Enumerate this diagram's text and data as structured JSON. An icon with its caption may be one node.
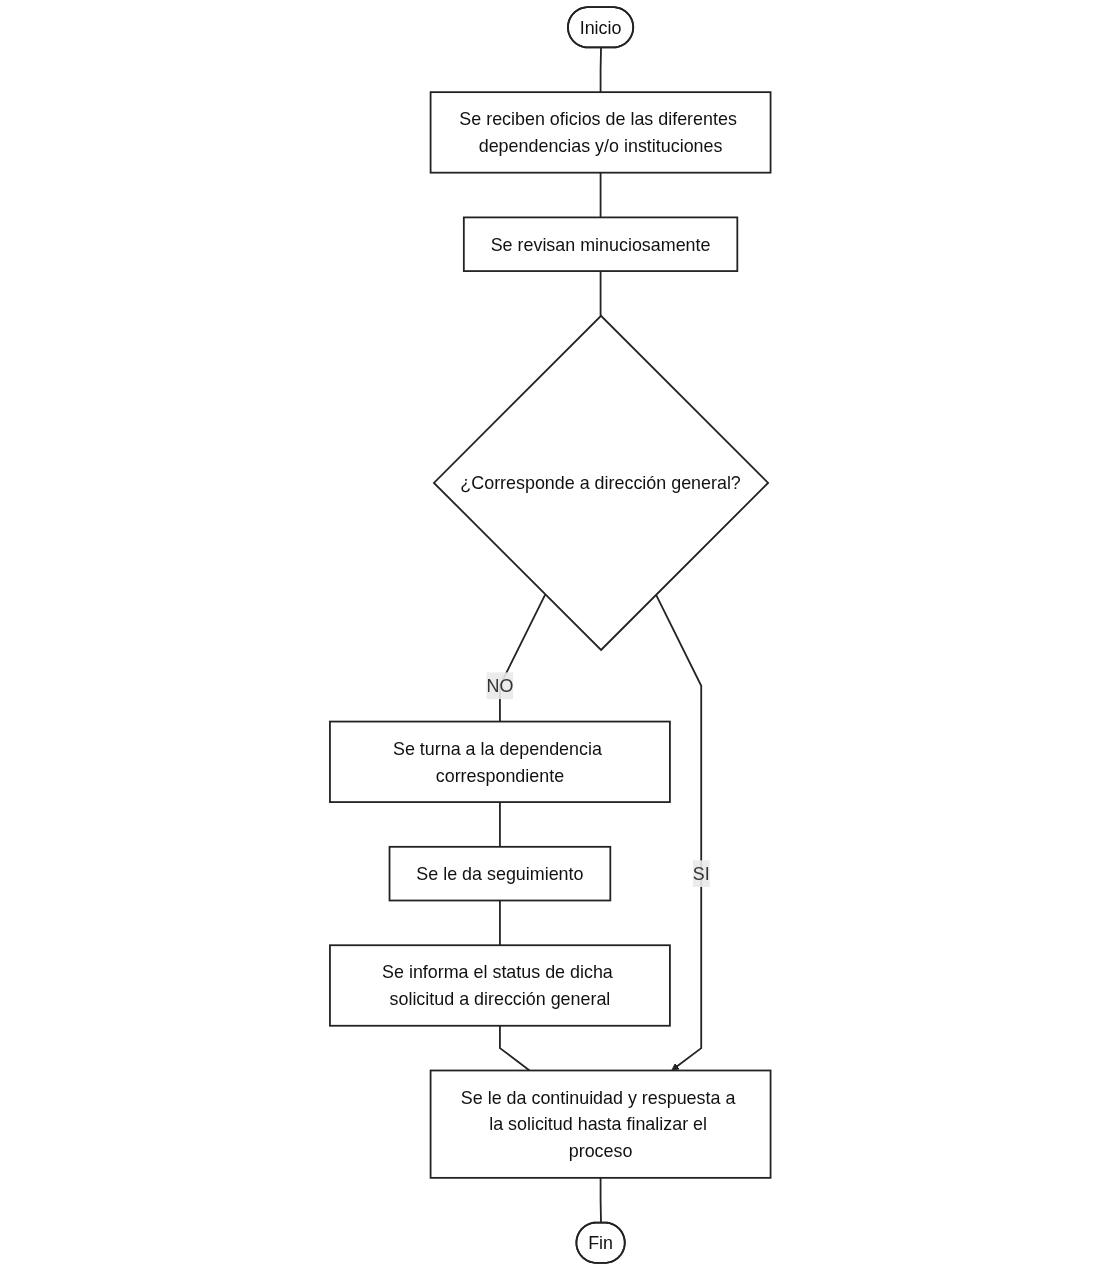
{
  "diagram": {
    "nodes": [
      {
        "text": [
          "Inicio"
        ]
      },
      {
        "text": [
          "Se reciben oficios de las diferentes dependencias y/o instituciones"
        ]
      },
      {
        "text": [
          "Se revisan minuciosamente"
        ]
      },
      {
        "text": [
          "¿Corresponde a dirección general?"
        ]
      },
      {
        "text": [
          "Se turna a la dependencia correspondiente"
        ]
      },
      {
        "text": [
          "Se le da seguimiento"
        ]
      },
      {
        "text": [
          "Se informa el status de dicha solicitud a dirección general"
        ]
      },
      {
        "text": [
          "Se le da continuidad y respuesta a la solicitud hasta finalizar el proceso"
        ]
      },
      {
        "text": [
          "Fin"
        ]
      }
    ],
    "edges": [
      {
        "from": 0,
        "to": 1,
        "arrow": "none"
      },
      {
        "from": 1,
        "to": 2,
        "arrow": "none"
      },
      {
        "from": 2,
        "to": 3,
        "arrow": "none"
      },
      {
        "from": 3,
        "to": 4,
        "arrow": "none",
        "label": "NO"
      },
      {
        "from": 4,
        "to": 5,
        "arrow": "none"
      },
      {
        "from": 5,
        "to": 6,
        "arrow": "none"
      },
      {
        "from": 6,
        "to": 7,
        "arrow": "none"
      },
      {
        "from": 3,
        "to": 7,
        "arrow": "to",
        "label": "SI"
      },
      {
        "from": 7,
        "to": 8,
        "arrow": "none"
      }
    ]
  }
}
